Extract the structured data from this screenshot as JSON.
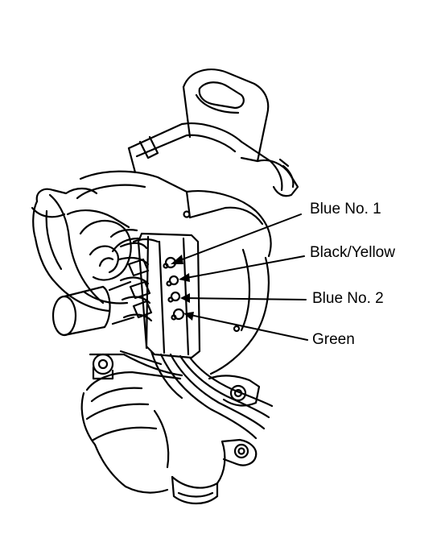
{
  "diagram": {
    "callouts": [
      {
        "id": "blue-no-1",
        "label": "Blue No. 1"
      },
      {
        "id": "black-yellow",
        "label": "Black/Yellow"
      },
      {
        "id": "blue-no-2",
        "label": "Blue No. 2"
      },
      {
        "id": "green",
        "label": "Green"
      }
    ],
    "line_color": "#000000",
    "background": "#ffffff"
  }
}
